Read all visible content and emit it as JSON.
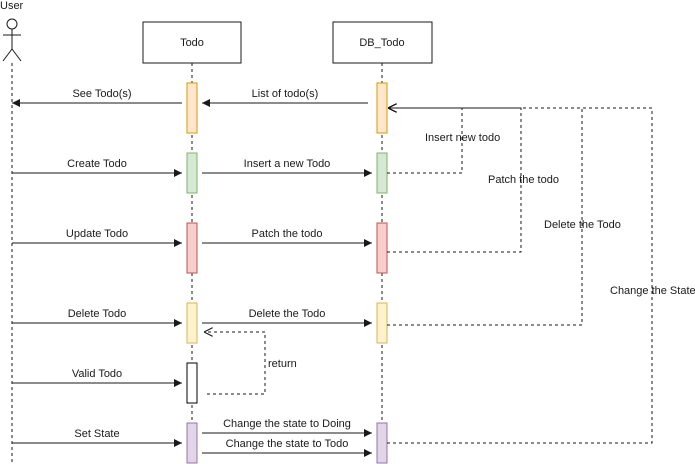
{
  "actor": {
    "label": "User"
  },
  "participants": [
    {
      "id": "todo",
      "label": "Todo"
    },
    {
      "id": "db",
      "label": "DB_Todo"
    }
  ],
  "colors": {
    "orange": {
      "fill": "#ffe6cc",
      "stroke": "#d79b00"
    },
    "green": {
      "fill": "#d5e8d4",
      "stroke": "#82b366"
    },
    "red": {
      "fill": "#f8cecc",
      "stroke": "#b85450"
    },
    "yellow": {
      "fill": "#fff2cc",
      "stroke": "#d6b656"
    },
    "white": {
      "fill": "#ffffff",
      "stroke": "#000000"
    },
    "purple": {
      "fill": "#e1d5e7",
      "stroke": "#9673a6"
    }
  },
  "messages": [
    {
      "from": "todo",
      "to": "user",
      "label": "See Todo(s)"
    },
    {
      "from": "db",
      "to": "todo",
      "label": "List of todo(s)"
    },
    {
      "from": "user",
      "to": "todo",
      "label": "Create Todo"
    },
    {
      "from": "todo",
      "to": "db",
      "label": "Insert a new  Todo"
    },
    {
      "from": "user",
      "to": "todo",
      "label": "Update Todo"
    },
    {
      "from": "todo",
      "to": "db",
      "label": "Patch the todo"
    },
    {
      "from": "user",
      "to": "todo",
      "label": "Delete Todo"
    },
    {
      "from": "todo",
      "to": "db",
      "label": "Delete the Todo"
    },
    {
      "from": "user",
      "to": "todo",
      "label": "Valid Todo"
    },
    {
      "from": "user",
      "to": "todo",
      "label": "Set State"
    },
    {
      "from": "todo",
      "to": "db",
      "label": "Change the state to Doing"
    },
    {
      "from": "todo",
      "to": "db",
      "label": "Change the state to Todo"
    }
  ],
  "returns": [
    {
      "from": "db",
      "to": "db",
      "label": "Insert new todo"
    },
    {
      "from": "db",
      "to": "db",
      "label": "Patch the todo"
    },
    {
      "from": "db",
      "to": "db",
      "label": "Delete the Todo"
    },
    {
      "from": "db",
      "to": "db",
      "label": "Change the State"
    },
    {
      "from": "todo",
      "to": "todo",
      "label": "return"
    }
  ]
}
